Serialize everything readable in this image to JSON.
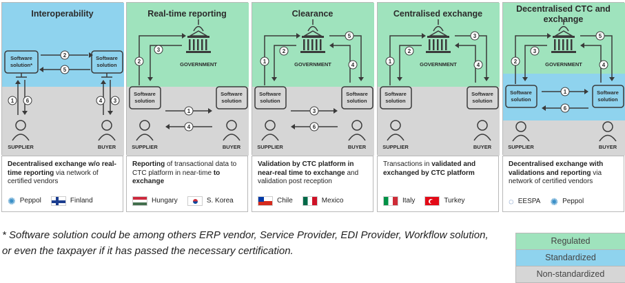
{
  "colors": {
    "regulated": "#9fe3bd",
    "standardized": "#8fd3ee",
    "non_standardized": "#d6d6d6",
    "line": "#3a3a3a"
  },
  "panels": [
    {
      "title": "Interoperability",
      "software": "Software solution*",
      "supplier": "SUPPLIER",
      "buyer": "BUYER",
      "steps": [
        "2",
        "5",
        "1",
        "6",
        "4",
        "3"
      ],
      "desc_bold1": "Decentralised exchange w/o real-time reporting",
      "desc_plain1": " via network of certified vendors",
      "flags": [
        {
          "name": "Peppol",
          "icon": "peppol-icon"
        },
        {
          "name": "Finland",
          "icon": "finland-flag-icon"
        }
      ]
    },
    {
      "title": "Real-time reporting",
      "software": "Software solution",
      "government": "GOVERNMENT",
      "supplier": "SUPPLIER",
      "buyer": "BUYER",
      "steps": [
        "2",
        "3",
        "1",
        "4"
      ],
      "desc_bold1": "Reporting",
      "desc_plain1": " of transactional data to CTC platform in near-time ",
      "desc_bold2": "to exchange",
      "flags": [
        {
          "name": "Hungary",
          "icon": "hungary-flag-icon"
        },
        {
          "name": "S. Korea",
          "icon": "south-korea-flag-icon"
        }
      ]
    },
    {
      "title": "Clearance",
      "software": "Software solution",
      "government": "GOVERNMENT",
      "supplier": "SUPPLIER",
      "buyer": "BUYER",
      "steps": [
        "1",
        "2",
        "5",
        "4",
        "3",
        "6"
      ],
      "desc_bold1": "Validation by CTC platform in near-real time to exchange",
      "desc_plain1": " and validation post reception",
      "flags": [
        {
          "name": "Chile",
          "icon": "chile-flag-icon"
        },
        {
          "name": "Mexico",
          "icon": "mexico-flag-icon"
        }
      ]
    },
    {
      "title": "Centralised exchange",
      "software": "Software solution",
      "government": "GOVERNMENT",
      "supplier": "SUPPLIER",
      "buyer": "BUYER",
      "steps": [
        "1",
        "2",
        "3",
        "4"
      ],
      "desc_plain0": "Transactions in ",
      "desc_bold1": "validated and exchanged by CTC platform",
      "flags": [
        {
          "name": "Italy",
          "icon": "italy-flag-icon"
        },
        {
          "name": "Turkey",
          "icon": "turkey-flag-icon"
        }
      ]
    },
    {
      "title": "Decentralised CTC and exchange",
      "software": "Software solution",
      "government": "GOVERNMENT",
      "supplier": "SUPPLIER",
      "buyer": "BUYER",
      "steps": [
        "2",
        "3",
        "5",
        "4",
        "1",
        "6"
      ],
      "desc_bold1": "Decentralised exchange with validations and reporting",
      "desc_plain1": " via network of certified  vendors",
      "flags": [
        {
          "name": "EESPA",
          "icon": "eespa-icon"
        },
        {
          "name": "Peppol",
          "icon": "peppol-icon"
        }
      ]
    }
  ],
  "footnote": "* Software solution could be among others ERP vendor, Service Provider, EDI Provider, Workflow solution, or even the taxpayer if it has passed the necessary certification.",
  "legend": {
    "regulated": "Regulated",
    "standardized": "Standardized",
    "non_standardized": "Non-standardized"
  }
}
